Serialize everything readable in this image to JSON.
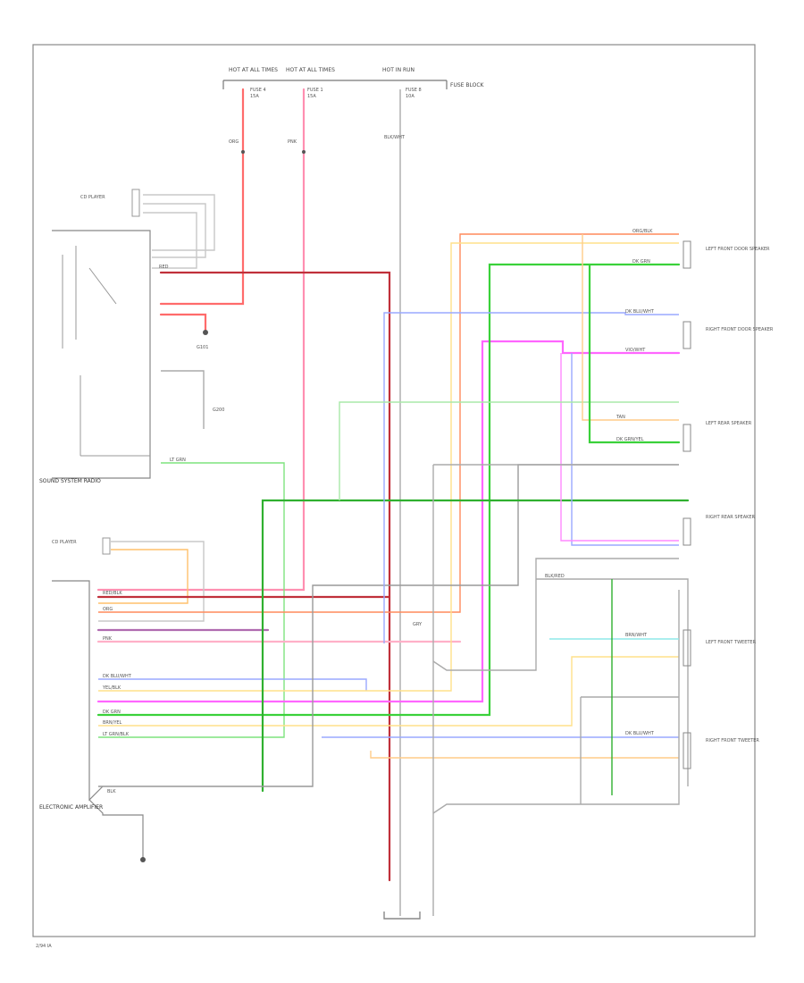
{
  "fuses": [
    {
      "name": "HOT AT ALL TIMES",
      "id": "FUSE 4",
      "rating": "15A"
    },
    {
      "name": "HOT AT ALL TIMES",
      "id": "FUSE 1",
      "rating": "15A"
    },
    {
      "name": "HOT IN RUN",
      "id": "FUSE 8",
      "rating": "10A"
    }
  ],
  "fuse_box": "FUSE BLOCK",
  "components": {
    "radio": "SOUND SYSTEM RADIO",
    "tape": "CD PLAYER",
    "amplifier": "ELECTRONIC AMPLIFIER",
    "lf_door": "LEFT FRONT DOOR SPEAKER",
    "rf_door": "RIGHT FRONT DOOR SPEAKER",
    "l_rear": "LEFT REAR SPEAKER",
    "r_rear": "RIGHT REAR SPEAKER",
    "lf_tweeter": "LEFT FRONT TWEETER",
    "rf_tweeter": "RIGHT FRONT TWEETER",
    "ground": "G101",
    "g200": "G200"
  },
  "wire_labels": {
    "w1": "ORG",
    "w2": "RED",
    "w3": "ORG",
    "w4": "PNK",
    "w5": "BLK/RED",
    "w6": "RED/BLK",
    "w7": "GRY",
    "w8": "BLK/WHT",
    "w9": "LT GRN/BLK",
    "w10": "BRN/WHT",
    "w11": "DK GRN/YEL",
    "w12": "YEL/BLK",
    "w13": "DK BLU/WHT",
    "w14": "VIO/WHT",
    "w15": "LT GRN",
    "w16": "BLK",
    "w17": "ORG/BLK",
    "w18": "DK GRN",
    "w19": "BRN/YEL",
    "w20": "TAN"
  },
  "footer": "2/94 IA"
}
